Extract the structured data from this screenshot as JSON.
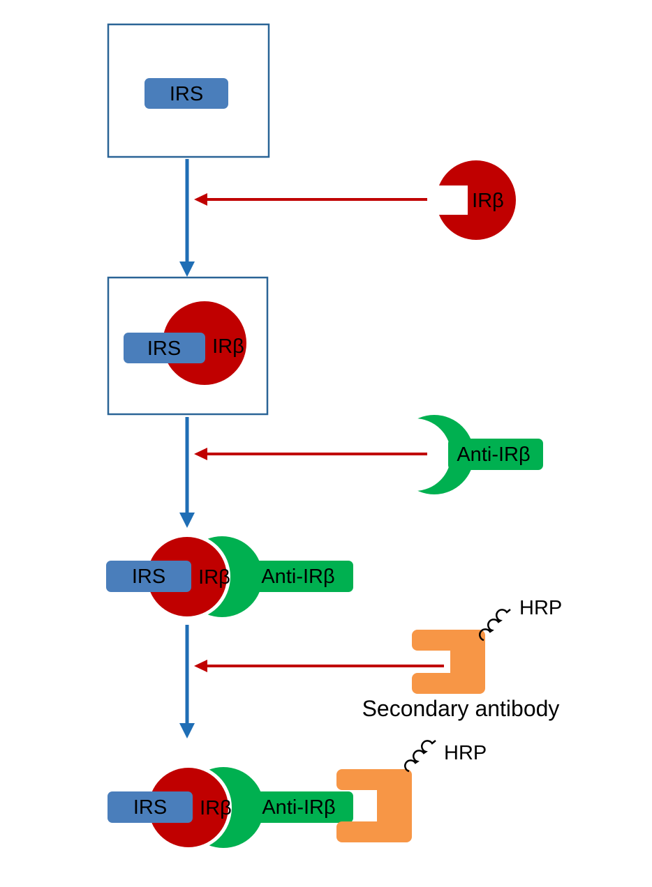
{
  "colors": {
    "background": "#ffffff",
    "box_stroke": "#2a6496",
    "irs_blue": "#4a7ebb",
    "irb_red": "#c00000",
    "anti_green": "#00b050",
    "secondary_orange": "#f79646",
    "arrow_blue": "#1f6eb5",
    "arrow_red": "#c00000",
    "text": "#000000"
  },
  "nodes": {
    "step1": {
      "irs": "IRS"
    },
    "reagent_irb": {
      "label": "IRβ"
    },
    "step2": {
      "irs": "IRS",
      "irb": "IRβ"
    },
    "reagent_anti_irb": {
      "label": "Anti-IRβ"
    },
    "step3": {
      "irs": "IRS",
      "irb": "IRβ",
      "anti_irb": "Anti-IRβ"
    },
    "reagent_secondary": {
      "name": "Secondary antibody",
      "hrp": "HRP"
    },
    "step4": {
      "irs": "IRS",
      "irb": "IRβ",
      "anti_irb": "Anti-IRβ",
      "hrp": "HRP"
    }
  }
}
